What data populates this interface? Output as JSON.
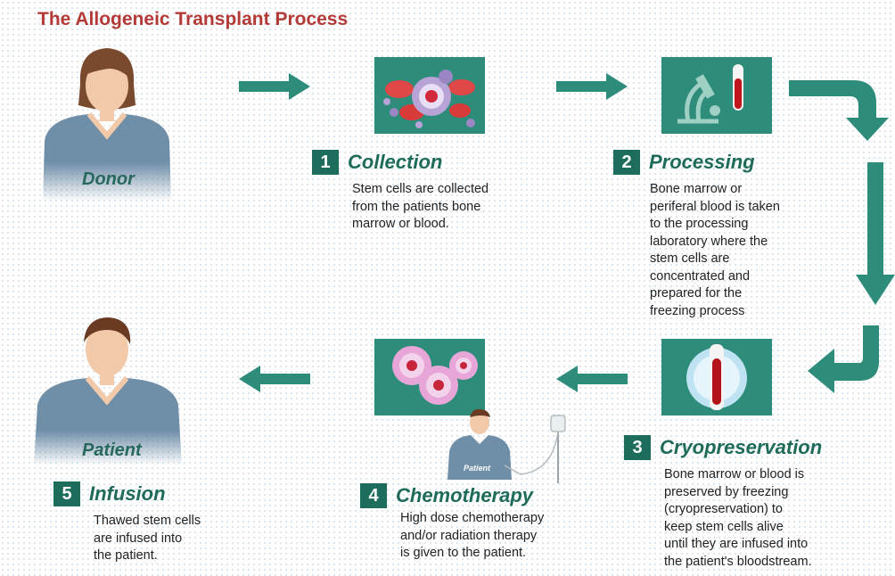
{
  "title": "The Allogeneic Transplant Process",
  "people": {
    "donor": {
      "label": "Donor"
    },
    "patient": {
      "label": "Patient"
    },
    "chemo_patient": {
      "label": "Patient"
    }
  },
  "steps": [
    {
      "number": "1",
      "title": "Collection",
      "description": "Stem cells are collected\nfrom the patients bone\nmarrow or blood."
    },
    {
      "number": "2",
      "title": "Processing",
      "description": "Bone marrow or\nperiferal blood is taken\nto the processing\nlaboratory where the\nstem cells are\nconcentrated and\nprepared for the\nfreezing process"
    },
    {
      "number": "3",
      "title": "Cryopreservation",
      "description": "Bone marrow or blood is\npreserved by freezing\n(cryopreservation) to\nkeep stem cells alive\nuntil they are infused into\nthe patient's bloodstream."
    },
    {
      "number": "4",
      "title": "Chemotherapy",
      "description": "High dose chemotherapy\nand/or radiation therapy\nis given to the patient."
    },
    {
      "number": "5",
      "title": "Infusion",
      "description": "Thawed stem cells\nare infused into\nthe patient."
    }
  ],
  "colors": {
    "title": "#b33a36",
    "accent": "#1e6b5a",
    "tile": "#2e8c7b",
    "shirt": "#6f8ea8",
    "skin": "#f2c9a9"
  }
}
